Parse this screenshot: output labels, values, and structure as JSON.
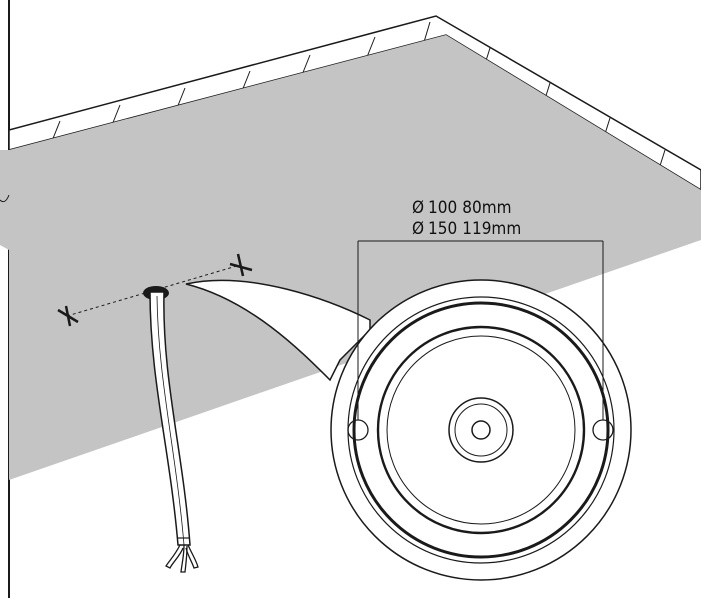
{
  "colors": {
    "ceiling_fill": "#c4c4c4",
    "line": "#1a1a1a",
    "background": "#ffffff"
  },
  "icons": [
    "cross-mark-icon",
    "cable-hole-icon"
  ],
  "dimensions": {
    "line1": {
      "diameter_symbol": "Ø",
      "value1": "100",
      "value2": "80mm"
    },
    "line2": {
      "diameter_symbol": "Ø",
      "value1": "150",
      "value2": "119mm"
    }
  }
}
